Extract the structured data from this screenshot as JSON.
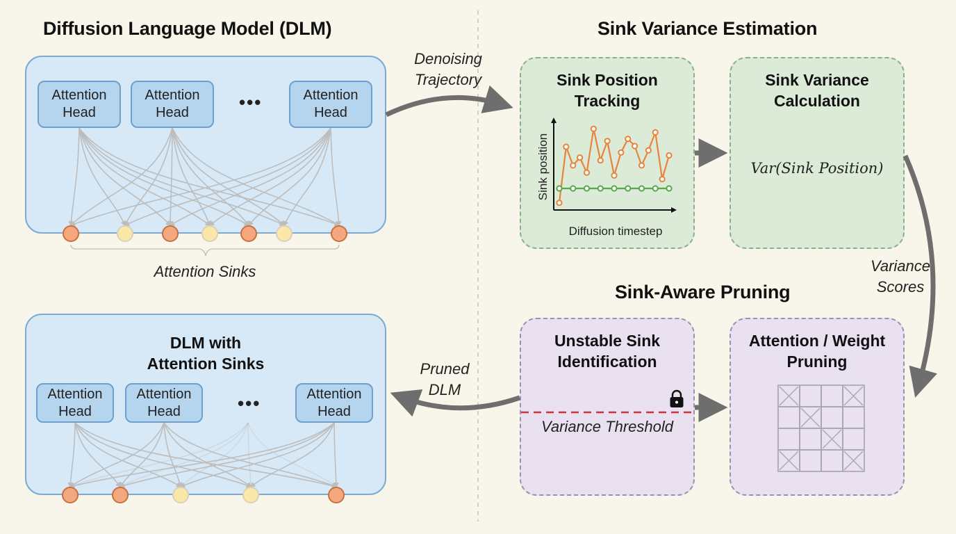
{
  "titles": {
    "dlm": "Diffusion Language Model (DLM)",
    "sink_variance_estimation": "Sink Variance Estimation",
    "sink_aware_pruning": "Sink-Aware Pruning"
  },
  "top_dlm": {
    "heads": [
      {
        "line1": "Attention",
        "line2": "Head"
      },
      {
        "line1": "Attention",
        "line2": "Head"
      },
      {
        "line1": "Attention",
        "line2": "Head"
      }
    ],
    "ellipsis": "•••",
    "tokens": [
      "sink",
      "normal",
      "sink",
      "normal",
      "sink",
      "normal",
      "sink"
    ],
    "brace_label": "Attention Sinks"
  },
  "bottom_dlm": {
    "title_line1": "DLM with",
    "title_line2": "Attention Sinks",
    "heads": [
      {
        "line1": "Attention",
        "line2": "Head"
      },
      {
        "line1": "Attention",
        "line2": "Head"
      },
      {
        "line1": "Attention",
        "line2": "Head"
      }
    ],
    "ellipsis": "•••",
    "tokens": [
      "sink",
      "sink",
      "normal",
      "normal",
      "sink"
    ]
  },
  "arrows": {
    "denoising_line1": "Denoising",
    "denoising_line2": "Trajectory",
    "pruned_line1": "Pruned",
    "pruned_line2": "DLM",
    "variance_line1": "Variance",
    "variance_line2": "Scores"
  },
  "sink_position_tracking": {
    "title_line1": "Sink Position",
    "title_line2": "Tracking"
  },
  "sink_variance_calc": {
    "title_line1": "Sink Variance",
    "title_line2": "Calculation",
    "formula": "Var(Sink Position)"
  },
  "unstable_sink": {
    "title_line1": "Unstable Sink",
    "title_line2": "Identification",
    "threshold_label": "Variance Threshold",
    "icon": "lock-icon"
  },
  "pruning": {
    "title_line1": "Attention / Weight",
    "title_line2": "Pruning",
    "grid_size": 4,
    "pruned_cells": [
      [
        0,
        0
      ],
      [
        0,
        3
      ],
      [
        1,
        1
      ],
      [
        2,
        2
      ],
      [
        3,
        0
      ],
      [
        3,
        3
      ]
    ]
  },
  "colors": {
    "sink_token": "#f4a880",
    "sink_token_border": "#c8703f",
    "normal_token": "#fbe7a8",
    "normal_token_border": "#d9d2b8",
    "unstable_series": "#e8843a",
    "stable_series": "#5aa64c",
    "threshold_line": "#c9343a",
    "arrow": "#6e6e6e"
  },
  "chart_data": {
    "type": "line",
    "title": "",
    "xlabel": "Diffusion timestep",
    "ylabel": "Sink position",
    "grid": false,
    "legend": "none",
    "series": [
      {
        "name": "unstable sink",
        "color": "#e8843a",
        "x": [
          0,
          1,
          2,
          3,
          4,
          5,
          6,
          7,
          8,
          9,
          10,
          11,
          12,
          13,
          14,
          15,
          16
        ],
        "values": [
          1.0,
          8.8,
          6.2,
          7.3,
          5.2,
          11.3,
          6.9,
          9.6,
          4.8,
          8.0,
          9.9,
          8.9,
          6.2,
          8.3,
          10.8,
          4.3,
          7.6
        ]
      },
      {
        "name": "stable sink",
        "color": "#5aa64c",
        "x": [
          0,
          2,
          4,
          6,
          8,
          10,
          12,
          14,
          16
        ],
        "values": [
          3.0,
          3.0,
          3.0,
          3.0,
          3.0,
          3.0,
          3.0,
          3.0,
          3.0
        ]
      }
    ],
    "xlim": [
      0,
      16
    ],
    "ylim": [
      0,
      12
    ]
  }
}
